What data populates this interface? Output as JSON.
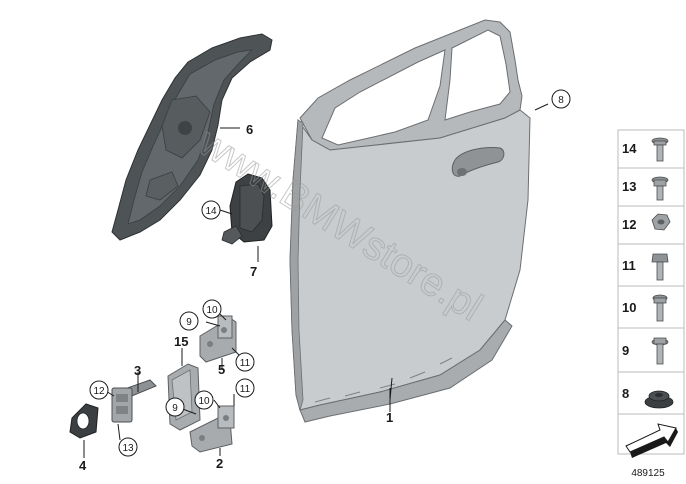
{
  "watermark": "www.BMWstore.pl",
  "diagram_id": "489125",
  "callouts": {
    "c1": "1",
    "c2": "2",
    "c3": "3",
    "c4": "4",
    "c5": "5",
    "c6": "6",
    "c7": "7",
    "c8": "8",
    "c15": "15",
    "r14": "14",
    "r9a": "9",
    "r10a": "10",
    "r11a": "11",
    "r12": "12",
    "r13": "13",
    "r9b": "9",
    "r10b": "10",
    "r11b": "11"
  },
  "side_parts": [
    {
      "num": "14",
      "icon": "torx-screw-with-washer-icon"
    },
    {
      "num": "13",
      "icon": "hex-bolt-with-washer-icon"
    },
    {
      "num": "12",
      "icon": "hex-nut-icon"
    },
    {
      "num": "11",
      "icon": "hex-bolt-icon"
    },
    {
      "num": "10",
      "icon": "torx-bolt-icon"
    },
    {
      "num": "9",
      "icon": "hex-flange-bolt-icon"
    },
    {
      "num": "8",
      "icon": "grommet-icon"
    },
    {
      "num": "",
      "icon": "arrow-icon"
    }
  ],
  "colors": {
    "door": "#c9ccce",
    "door_frame": "#b6b9bc",
    "membrane": "#4e5356",
    "bracket": "#3d4143",
    "hinge": "#a7abae",
    "panel_bg": "#ffffff",
    "panel_border": "#bbbbbb"
  }
}
